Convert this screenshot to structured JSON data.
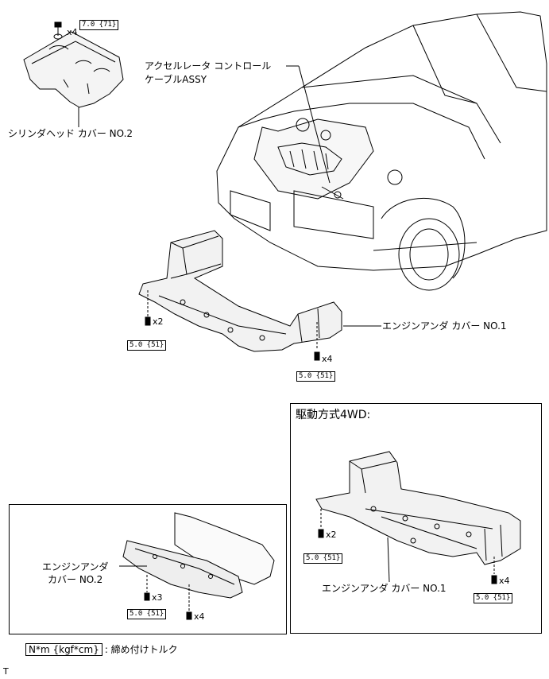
{
  "labels": {
    "accel_cable_line1": "アクセルレータ コントロール",
    "accel_cable_line2": "ケーブルASSY",
    "cylinder_cover": "シリンダヘッド カバー NO.2",
    "engine_under_cover_1": "エンジンアンダ カバー NO.1",
    "drive_4wd_title": "駆動方式4WD:",
    "engine_under_cover_1_4wd": "エンジンアンダ カバー NO.1",
    "engine_under_cover_2_line1": "エンジンアンダ",
    "engine_under_cover_2_line2": "カバー NO.2",
    "legend_box": "N*m {kgf*cm}",
    "legend_text": ": 締め付けトルク",
    "corner_mark": "T"
  },
  "torque": {
    "head_cover": "7.0 {71}",
    "under1_left": "5.0 {51}",
    "under1_right": "5.0 {51}",
    "wd4_left": "5.0 {51}",
    "wd4_right": "5.0 {51}",
    "under2": "5.0 {51}"
  },
  "qty": {
    "head_cover": "x4",
    "under1_left": "x2",
    "under1_right": "x4",
    "wd4_left": "x2",
    "wd4_right": "x4",
    "under2_left": "x3",
    "under2_right": "x4"
  }
}
